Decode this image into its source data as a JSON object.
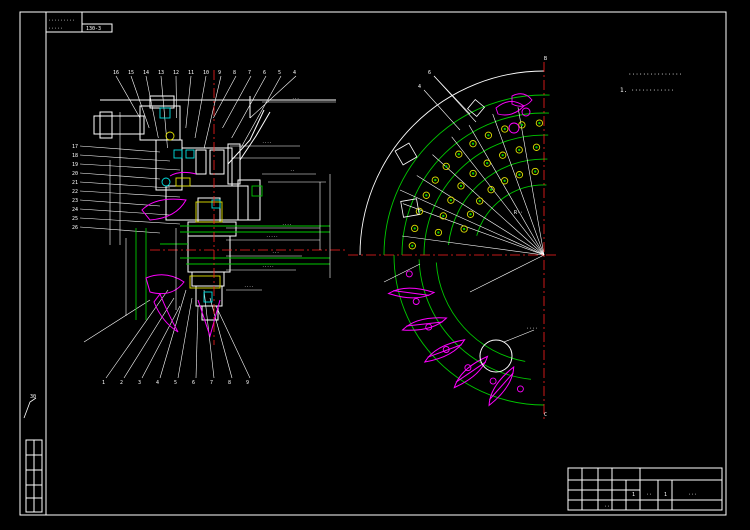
{
  "title_block": {
    "top_label_1": "·········",
    "top_label_2": "·····",
    "top_code": "130-3",
    "corner_mark": "30",
    "bottom_cells": [
      "··",
      "1",
      "··",
      "1",
      "···"
    ]
  },
  "notes": {
    "line_1": "···············",
    "line_2": "1. ············"
  },
  "section_view": {
    "callouts_top": [
      "16",
      "15",
      "14",
      "13",
      "12",
      "11",
      "10",
      "9",
      "8",
      "7",
      "6",
      "5",
      "4"
    ],
    "callouts_left": [
      "17",
      "18",
      "19",
      "20",
      "21",
      "22",
      "23",
      "24",
      "25",
      "26"
    ],
    "callouts_bottom": [
      "1",
      "2",
      "3",
      "4",
      "5",
      "6",
      "7",
      "8",
      "9"
    ],
    "dimensions": [
      "···",
      "····",
      "··",
      "····",
      "·····",
      "···",
      "·····",
      "····"
    ]
  },
  "plan_view": {
    "labels": [
      "B",
      "6",
      "4",
      "R··",
      "····",
      "C"
    ]
  },
  "colors": {
    "background": "#000000",
    "frame": "#ffffff",
    "part_outline": "#ffffff",
    "magenta": "#ff00ff",
    "green": "#00c800",
    "red": "#ff2020",
    "yellow": "#e0e000",
    "cyan": "#00e0e0"
  }
}
